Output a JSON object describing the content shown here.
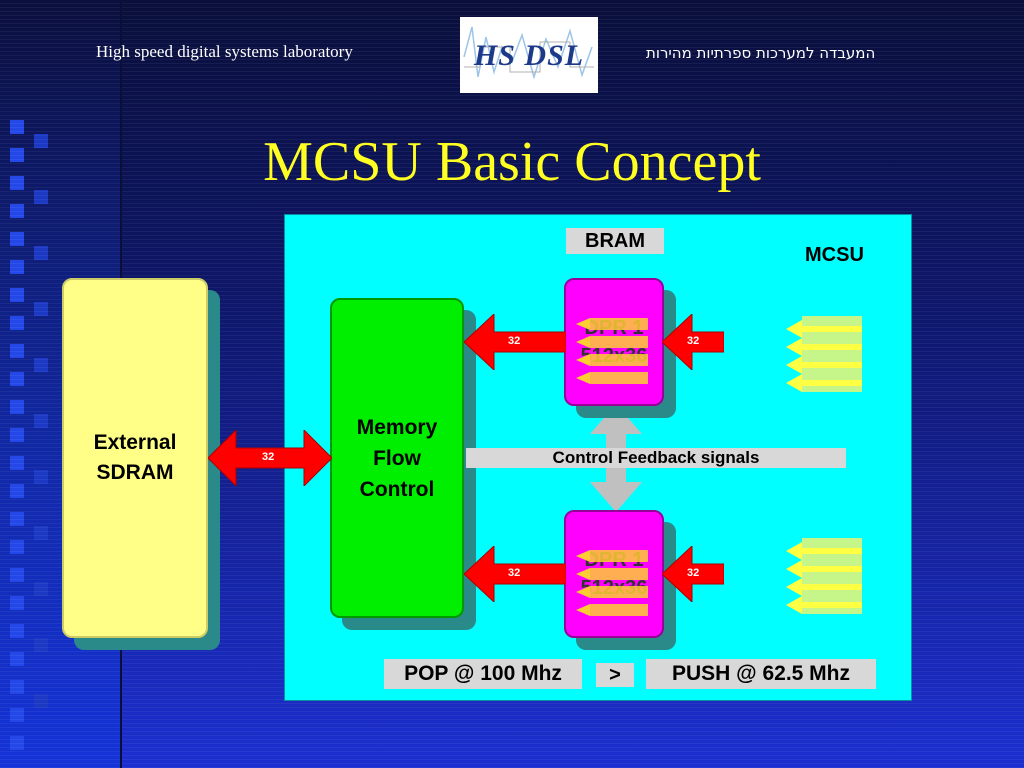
{
  "header": {
    "lab_name_en": "High speed digital systems laboratory",
    "lab_name_he": "המעבדה למערכות ספרתיות מהירות",
    "logo_text": "HS DSL"
  },
  "slide": {
    "title": "MCSU Basic Concept"
  },
  "diagram": {
    "bram_label": "BRAM",
    "mcsu_label": "MCSU",
    "external": {
      "line1": "External",
      "line2": "SDRAM"
    },
    "mfc": {
      "line1": "Memory",
      "line2": "Flow",
      "line3": "Control"
    },
    "dpr_top": {
      "line1": "DPR 1",
      "line2": "512x36"
    },
    "dpr_bottom": {
      "line1": "DPR 1",
      "line2": "512x36"
    },
    "bus_width": "32",
    "control_feedback": "Control Feedback signals",
    "pop": "POP @ 100 Mhz",
    "comparison": ">",
    "push": "PUSH @ 62.5 Mhz"
  },
  "colors": {
    "panel": "#00ffff",
    "arrow_red": "#ff0000",
    "title_yellow": "#ffff22",
    "mfc_green": "#00ee00",
    "dpr_magenta": "#ff00ff",
    "sdram_yellow": "#ffff88"
  }
}
